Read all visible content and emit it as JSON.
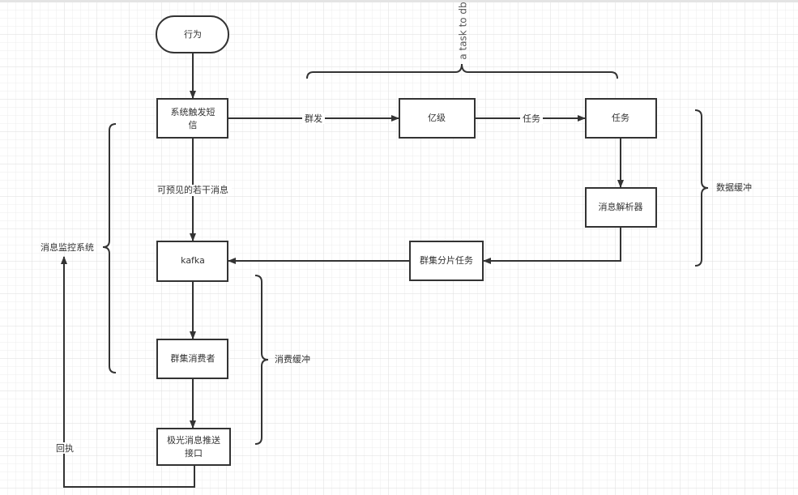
{
  "nodes": {
    "behavior": "行为",
    "trigger_sms": [
      "系统触发短",
      "信"
    ],
    "billion": "亿级",
    "task": "任务",
    "parser": "消息解析器",
    "shard_task": "群集分片任务",
    "kafka": "kafka",
    "consumer": "群集消费者",
    "jpush": [
      "极光消息推送",
      "接口"
    ]
  },
  "edges": {
    "mass_send": "群发",
    "task": "任务",
    "foreseeable": "可预见的若干消息",
    "receipt": "回执"
  },
  "braces": {
    "task_to_db": "a task to db",
    "data_buffer": "数据缓冲",
    "monitor": "消息监控系统",
    "consume_buffer": "消费缓冲"
  }
}
